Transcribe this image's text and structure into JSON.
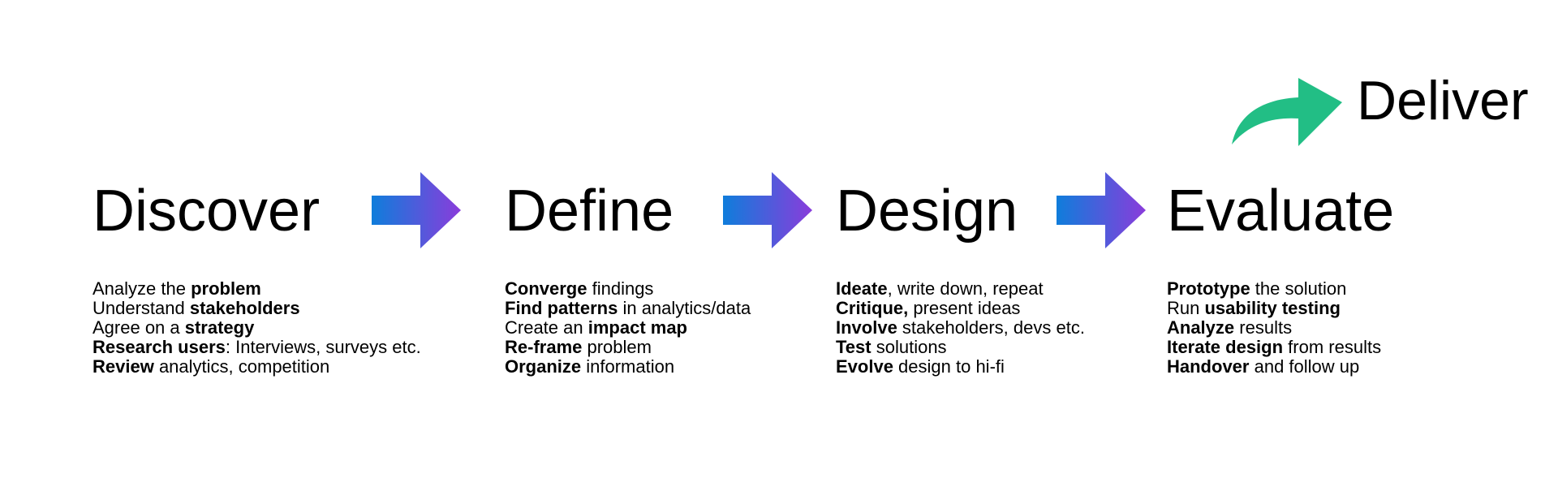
{
  "stages": [
    {
      "title": "Discover",
      "tasks": [
        [
          {
            "text": "Analyze the ",
            "bold": false
          },
          {
            "text": "problem",
            "bold": true
          }
        ],
        [
          {
            "text": "Understand ",
            "bold": false
          },
          {
            "text": "stakeholders",
            "bold": true
          }
        ],
        [
          {
            "text": "Agree on a ",
            "bold": false
          },
          {
            "text": "strategy",
            "bold": true
          }
        ],
        [
          {
            "text": "Research users",
            "bold": true
          },
          {
            "text": ": Interviews, surveys etc.",
            "bold": false
          }
        ],
        [
          {
            "text": "Review",
            "bold": true
          },
          {
            "text": " analytics, competition",
            "bold": false
          }
        ]
      ]
    },
    {
      "title": "Define",
      "tasks": [
        [
          {
            "text": "Converge",
            "bold": true
          },
          {
            "text": " findings",
            "bold": false
          }
        ],
        [
          {
            "text": "Find patterns",
            "bold": true
          },
          {
            "text": " in analytics/data",
            "bold": false
          }
        ],
        [
          {
            "text": "Create an ",
            "bold": false
          },
          {
            "text": "impact map",
            "bold": true
          }
        ],
        [
          {
            "text": "Re-frame",
            "bold": true
          },
          {
            "text": " problem",
            "bold": false
          }
        ],
        [
          {
            "text": "Organize",
            "bold": true
          },
          {
            "text": " information",
            "bold": false
          }
        ]
      ]
    },
    {
      "title": "Design",
      "tasks": [
        [
          {
            "text": "Ideate",
            "bold": true
          },
          {
            "text": ", write down, repeat",
            "bold": false
          }
        ],
        [
          {
            "text": "Critique,",
            "bold": true
          },
          {
            "text": " present ideas",
            "bold": false
          }
        ],
        [
          {
            "text": "Involve",
            "bold": true
          },
          {
            "text": " stakeholders, devs etc.",
            "bold": false
          }
        ],
        [
          {
            "text": "Test",
            "bold": true
          },
          {
            "text": " solutions",
            "bold": false
          }
        ],
        [
          {
            "text": "Evolve",
            "bold": true
          },
          {
            "text": " design to hi-fi",
            "bold": false
          }
        ]
      ]
    },
    {
      "title": "Evaluate",
      "tasks": [
        [
          {
            "text": "Prototype",
            "bold": true
          },
          {
            "text": " the solution",
            "bold": false
          }
        ],
        [
          {
            "text": "Run ",
            "bold": false
          },
          {
            "text": "usability testing",
            "bold": true
          }
        ],
        [
          {
            "text": "Analyze",
            "bold": true
          },
          {
            "text": " results",
            "bold": false
          }
        ],
        [
          {
            "text": "Iterate design",
            "bold": true
          },
          {
            "text": " from results",
            "bold": false
          }
        ],
        [
          {
            "text": "Handover",
            "bold": true
          },
          {
            "text": " and follow up",
            "bold": false
          }
        ]
      ]
    }
  ],
  "deliver": {
    "title": "Deliver",
    "arrow_color": "#22BE85"
  },
  "arrow_gradient": {
    "start": "#0F7DDB",
    "end": "#8A3CDB"
  },
  "icons": {
    "stage_arrow": "arrow-right-icon",
    "deliver_arrow": "curved-arrow-icon"
  }
}
